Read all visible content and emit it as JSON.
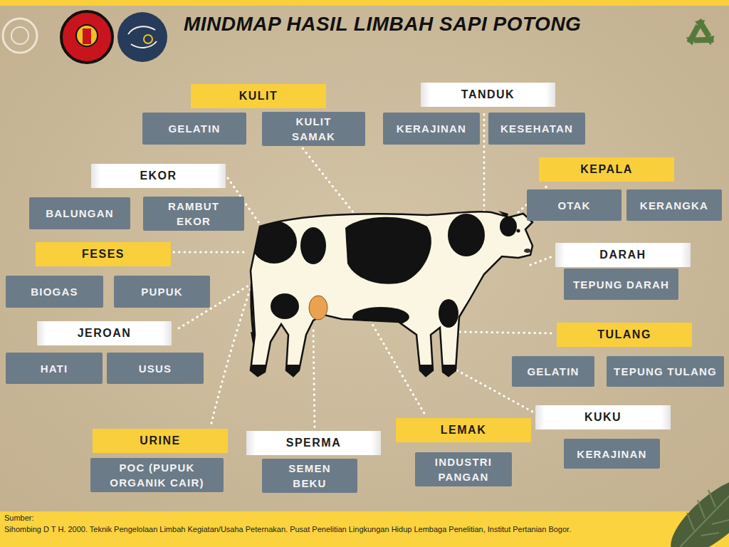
{
  "diagram": {
    "title": "MINDMAP HASIL LIMBAH SAPI POTONG",
    "caption": "Sihombing D T H. 2000. Teknik Pengelolaan Limbah Kegiatan/Usaha Peternakan. Pusat Penelitian Lingkungan Hidup Lembaga Penelitian, Institut Pertanian Bogor.",
    "nodes": [
      {
        "text": [
          "KULIT"
        ]
      },
      {
        "text": [
          "GELATIN"
        ]
      },
      {
        "text": [
          "KULIT SAMAK"
        ]
      },
      {
        "text": [
          "TANDUK"
        ]
      },
      {
        "text": [
          "KERAJINAN"
        ]
      },
      {
        "text": [
          "KESEHATAN"
        ]
      },
      {
        "text": [
          "EKOR"
        ]
      },
      {
        "text": [
          "BALUNGAN"
        ]
      },
      {
        "text": [
          "RAMBUT EKOR"
        ]
      },
      {
        "text": [
          "KEPALA"
        ]
      },
      {
        "text": [
          "OTAK"
        ]
      },
      {
        "text": [
          "KERANGKA"
        ]
      },
      {
        "text": [
          "FESES"
        ]
      },
      {
        "text": [
          "BIOGAS"
        ]
      },
      {
        "text": [
          "PUPUK"
        ]
      },
      {
        "text": [
          "DARAH"
        ]
      },
      {
        "text": [
          "TEPUNG DARAH"
        ]
      },
      {
        "text": [
          "JEROAN"
        ]
      },
      {
        "text": [
          "HATI"
        ]
      },
      {
        "text": [
          "USUS"
        ]
      },
      {
        "text": [
          "TULANG"
        ]
      },
      {
        "text": [
          "GELATIN"
        ]
      },
      {
        "text": [
          "TEPUNG TULANG"
        ]
      },
      {
        "text": [
          "KUKU"
        ]
      },
      {
        "text": [
          "KERAJINAN"
        ]
      },
      {
        "text": [
          "URINE"
        ]
      },
      {
        "text": [
          "POC (PUPUK ORGANIK CAIR)"
        ]
      },
      {
        "text": [
          "SPERMA"
        ]
      },
      {
        "text": [
          "SEMEN BEKU"
        ]
      },
      {
        "text": [
          "LEMAK"
        ]
      },
      {
        "text": [
          "INDUSTRI PANGAN"
        ]
      }
    ],
    "labels": [
      "Sumber:"
    ]
  }
}
